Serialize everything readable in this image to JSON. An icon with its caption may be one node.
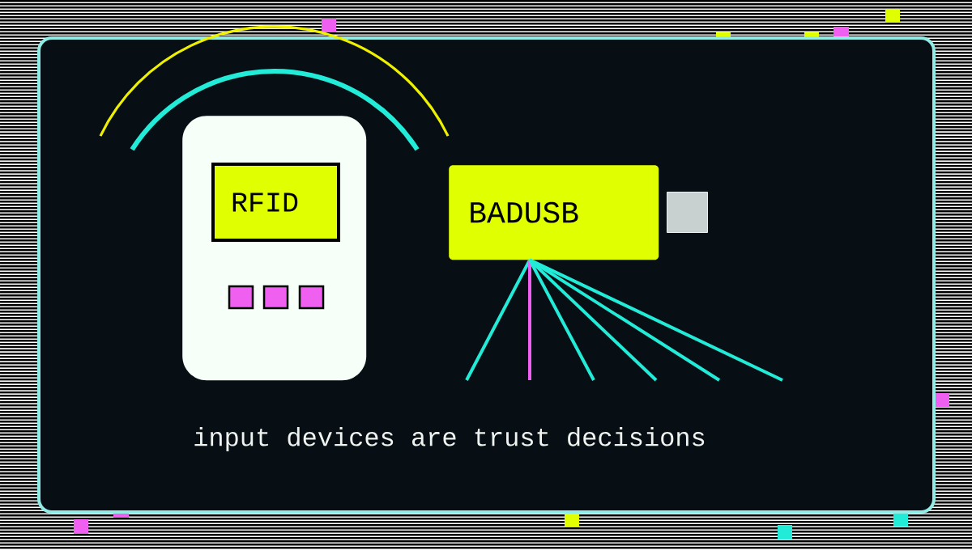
{
  "diagram": {
    "caption": "input devices are trust decisions",
    "nodes": [
      {
        "text": [],
        "shape": "box"
      },
      {
        "text": [
          "RFID"
        ],
        "in": 0
      },
      {
        "text": [
          "BADUSB"
        ]
      }
    ],
    "edges": [
      {
        "from": 2,
        "to": null,
        "arrow": "none"
      },
      {
        "from": 2,
        "to": null,
        "arrow": "none",
        "color": "#f060f0"
      },
      {
        "from": 2,
        "to": null,
        "arrow": "none"
      },
      {
        "from": 2,
        "to": null,
        "arrow": "none"
      },
      {
        "from": 2,
        "to": null,
        "arrow": "none"
      },
      {
        "from": 2,
        "to": null,
        "arrow": "none"
      }
    ]
  }
}
